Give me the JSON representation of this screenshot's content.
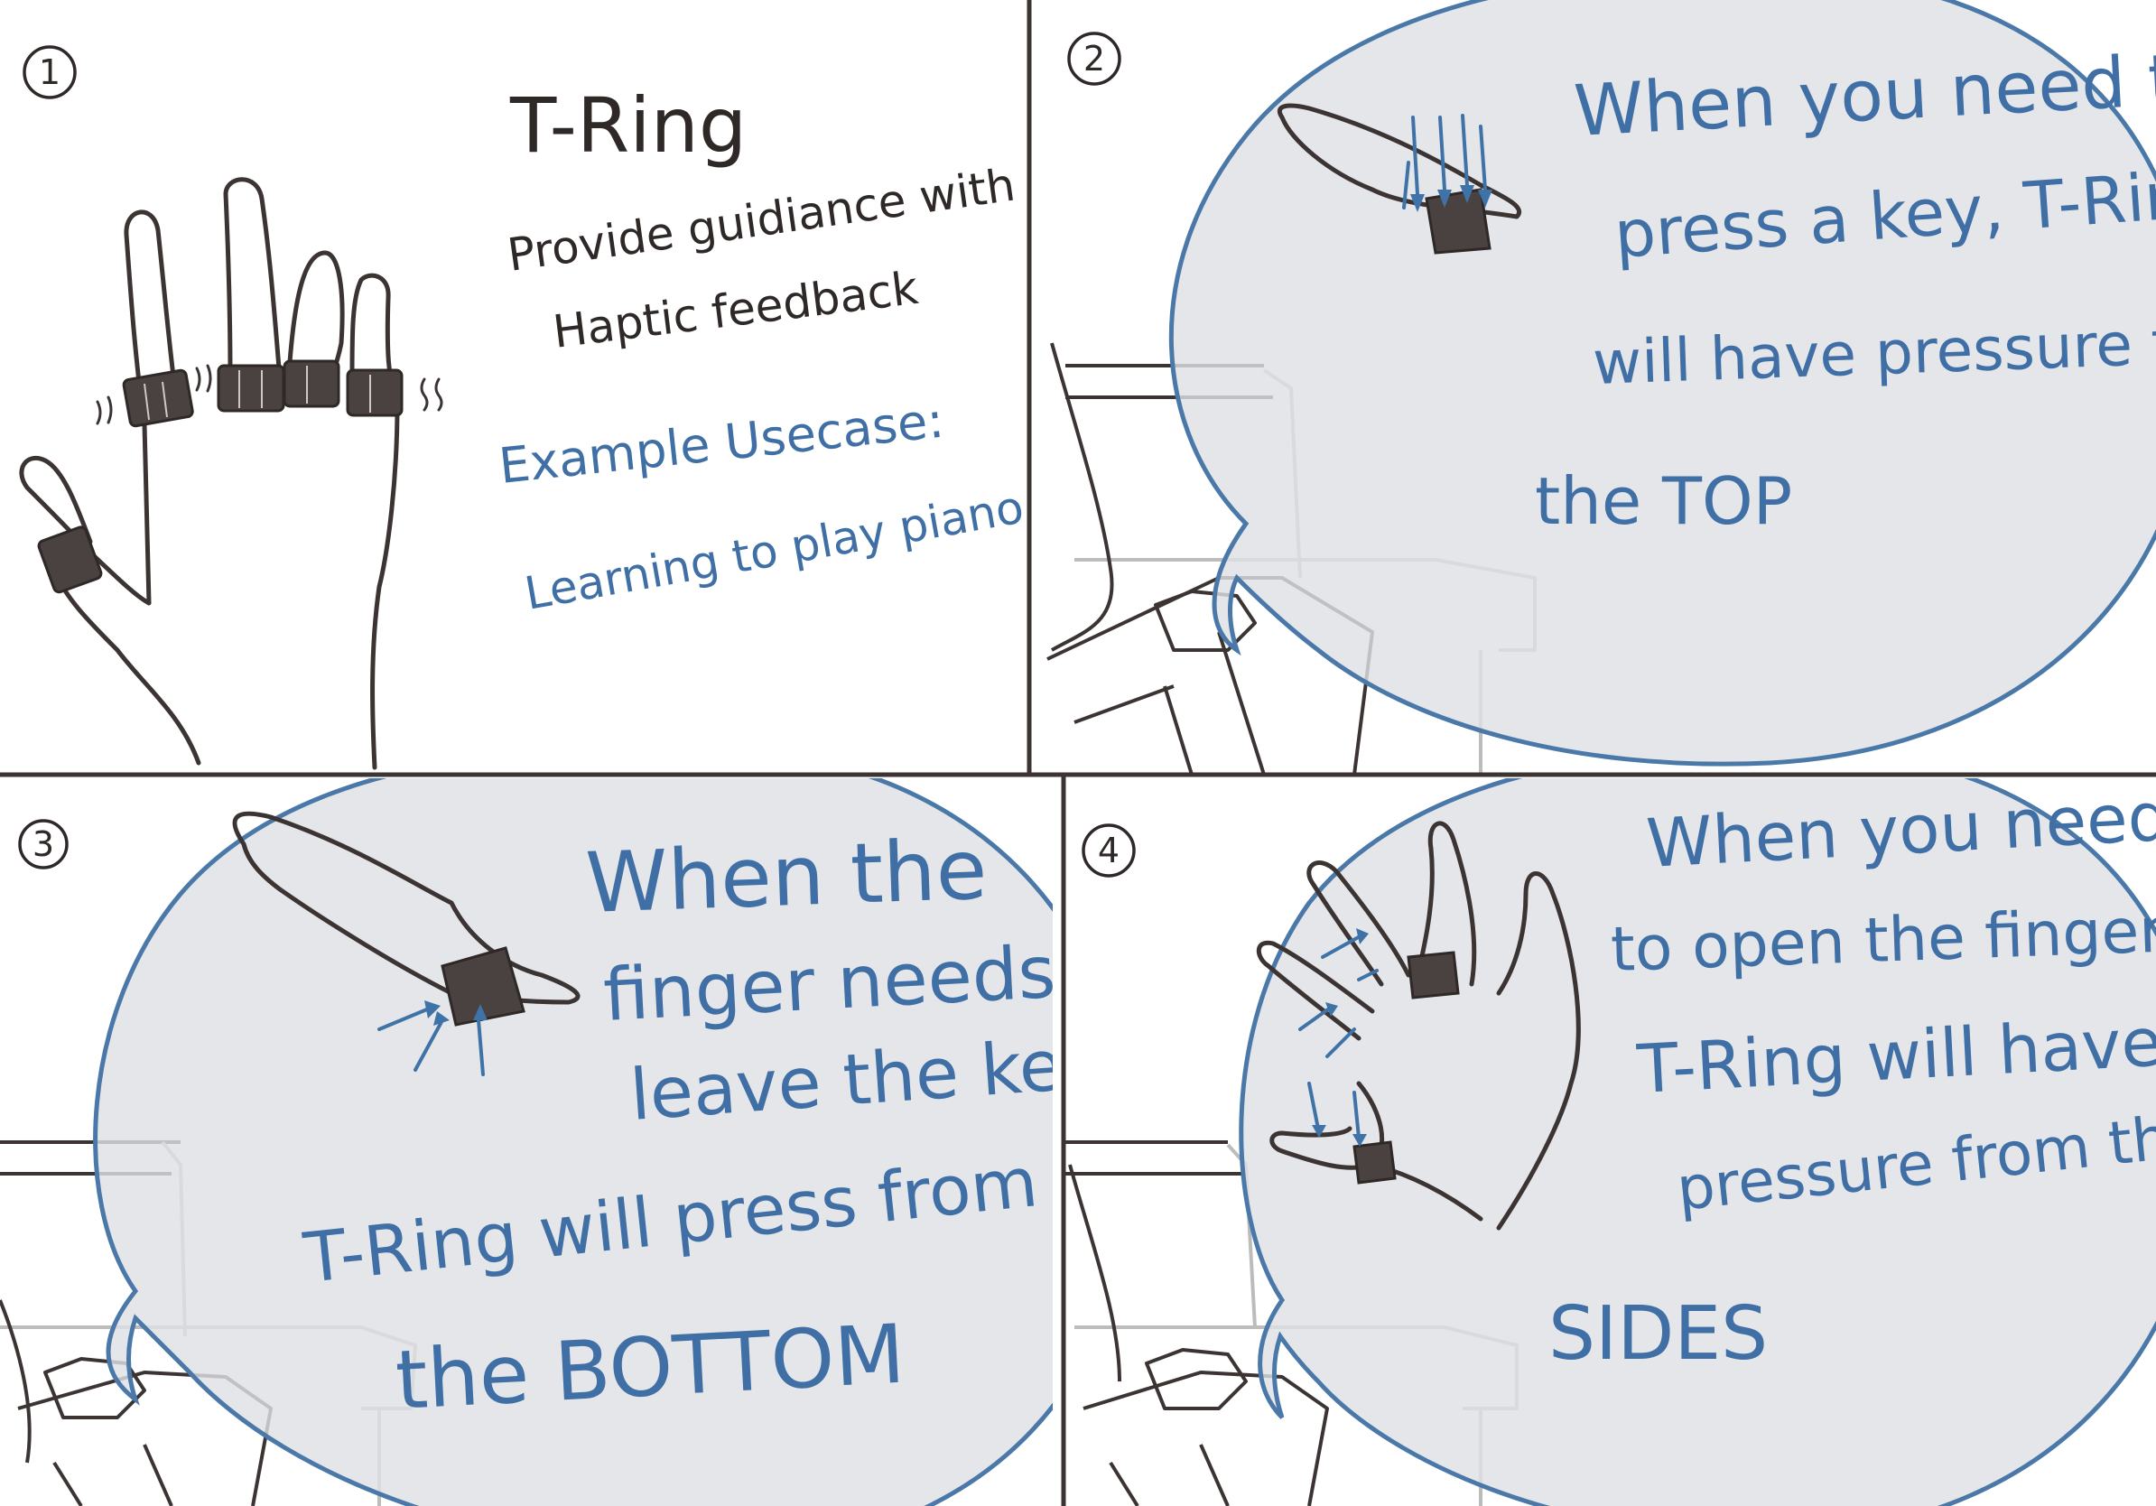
{
  "panels": [
    {
      "number": "1",
      "title": "T-Ring",
      "subtitle_lines": [
        "Provide guidiance with",
        "Haptic feedback"
      ],
      "example_heading": "Example Usecase:",
      "example_text": "Learning to play piano"
    },
    {
      "number": "2",
      "caption_lines": [
        "When you need to",
        "press a key, T-Ring",
        "will have pressure from",
        "the TOP"
      ]
    },
    {
      "number": "3",
      "caption_lines": [
        "When the",
        "finger needs to",
        "leave the key,",
        "T-Ring will press from",
        "the BOTTOM"
      ]
    },
    {
      "number": "4",
      "caption_lines": [
        "When you need",
        "to open the finger,",
        "T-Ring will have",
        "pressure from the",
        "SIDES"
      ]
    }
  ],
  "colors": {
    "ink": "#3b3433",
    "accent_blue": "#3f6fa5",
    "bubble_fill": "#dee1e4",
    "bubble_stroke": "#4a78a8"
  }
}
